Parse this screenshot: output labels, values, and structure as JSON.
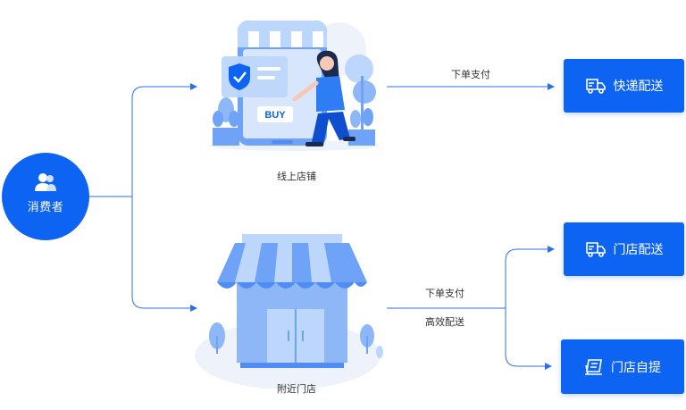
{
  "consumer": {
    "label": "消费者",
    "icon": "users-icon"
  },
  "online_store": {
    "caption": "线上店铺",
    "buy_label": "BUY",
    "edge_label": "下单支付"
  },
  "nearby_store": {
    "caption": "附近门店",
    "edge_label_1": "下单支付",
    "edge_label_2": "高效配送"
  },
  "destinations": {
    "express": {
      "label": "快递配送",
      "icon": "delivery-truck-icon"
    },
    "store_delivery": {
      "label": "门店配送",
      "icon": "delivery-truck-icon"
    },
    "pickup": {
      "label": "门店自提",
      "icon": "package-pickup-icon"
    }
  },
  "colors": {
    "primary": "#0d63f2",
    "light_blue": "#6fa3f7",
    "pale_blue": "#bdd6fb",
    "line": "#2b6ff0"
  }
}
